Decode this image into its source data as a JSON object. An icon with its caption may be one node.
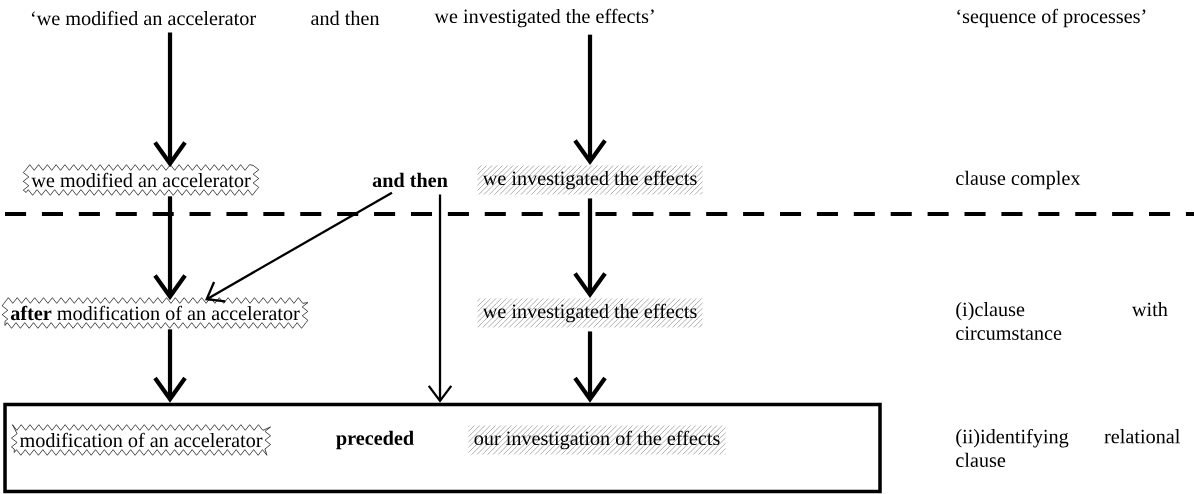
{
  "diagram": {
    "nodes": [
      {
        "text": [
          "‘we modified an accelerator"
        ]
      },
      {
        "text": [
          "and then"
        ]
      },
      {
        "text": [
          "we investigated the effects’"
        ]
      },
      {
        "text": [
          "we modified an accelerator"
        ]
      },
      {
        "text": [
          "and then"
        ]
      },
      {
        "text": [
          "we investigated the effects"
        ]
      },
      {
        "text": [
          "**after** modification of an accelerator"
        ]
      },
      {
        "text": [
          "we investigated the effects"
        ]
      },
      {
        "text": [],
        "shape": "box"
      },
      {
        "text": [
          "modification of an accelerator"
        ],
        "in": 8
      },
      {
        "text": [
          "preceded"
        ],
        "in": 8
      },
      {
        "text": [
          "our investigation of the effects"
        ],
        "in": 8
      }
    ],
    "edges": [
      {
        "from": 0,
        "to": 3,
        "arrow": "to"
      },
      {
        "from": 2,
        "to": 5,
        "arrow": "to"
      },
      {
        "from": 3,
        "to": 6,
        "arrow": "to"
      },
      {
        "from": 4,
        "to": 6,
        "arrow": "to"
      },
      {
        "from": 4,
        "to": 8,
        "arrow": "to"
      },
      {
        "from": 5,
        "to": 7,
        "arrow": "to"
      },
      {
        "from": 6,
        "to": 8,
        "arrow": "to"
      },
      {
        "from": 7,
        "to": 8,
        "arrow": "to"
      }
    ],
    "labels": [
      "‘sequence of processes’",
      "clause complex",
      "(i)clause with circumstance",
      "(ii)identifying relational clause"
    ]
  }
}
